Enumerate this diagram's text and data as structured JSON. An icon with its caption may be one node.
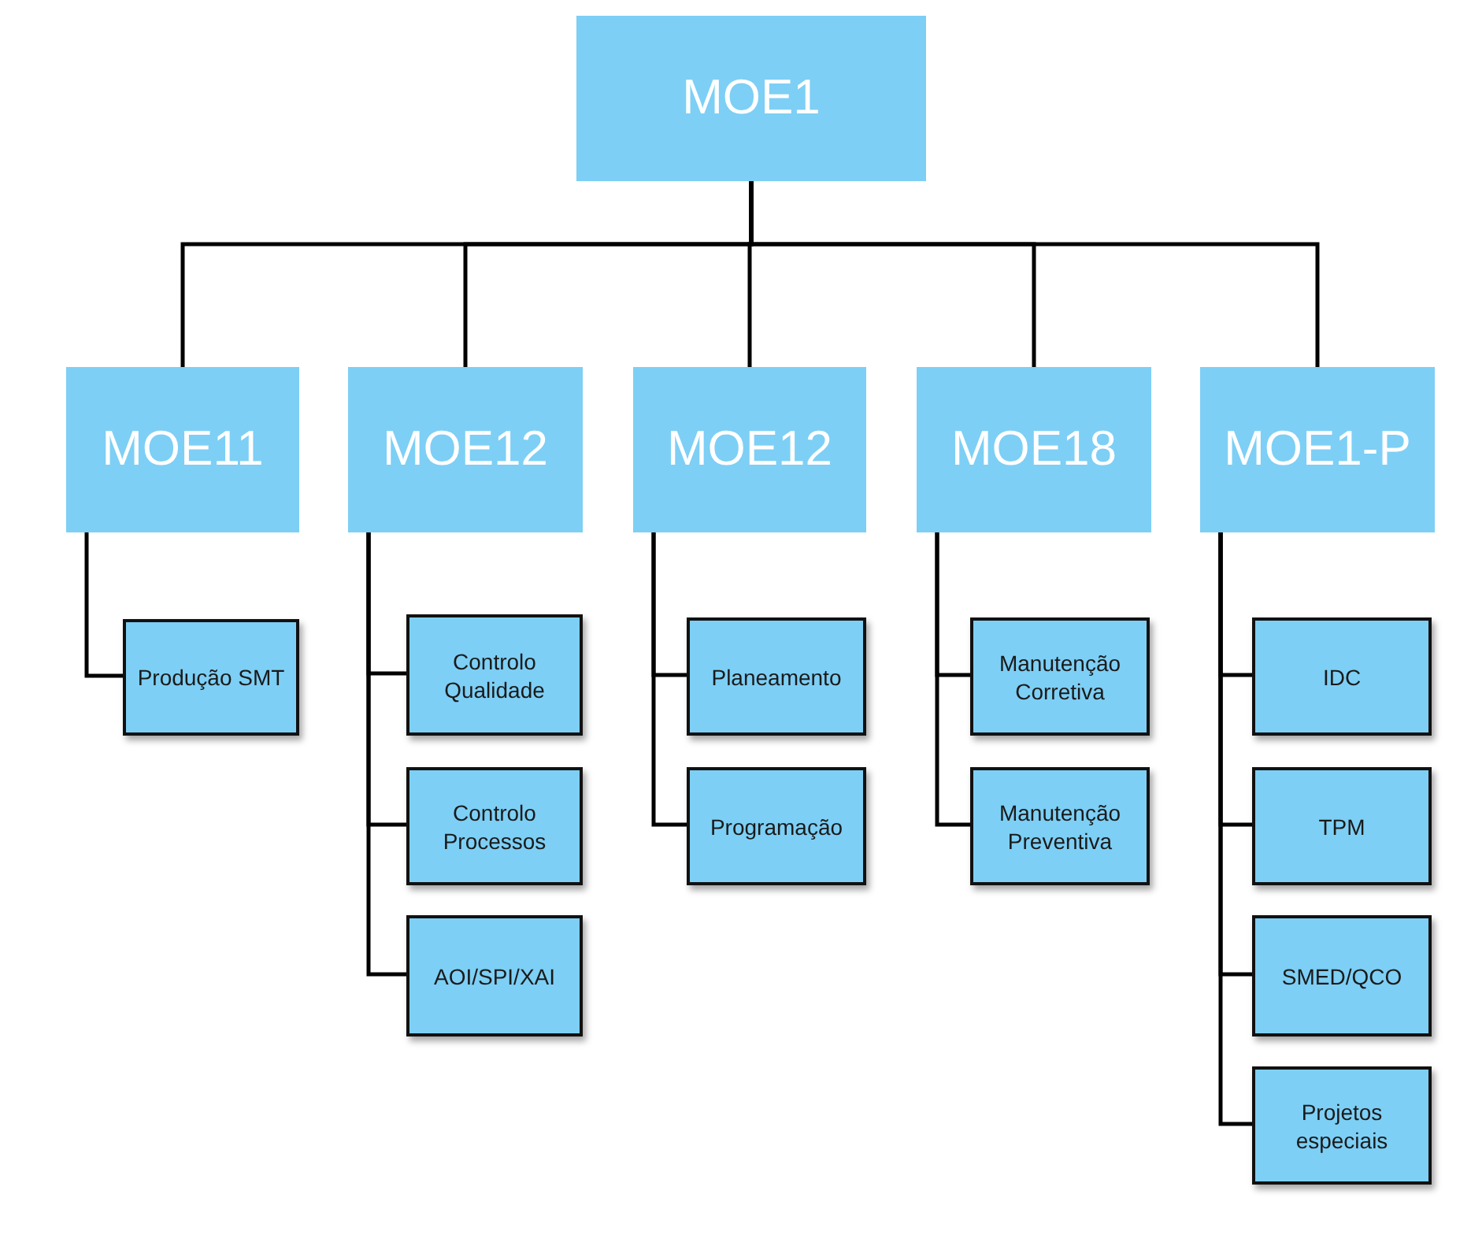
{
  "diagram": {
    "nodes": [
      {
        "text": [
          "MOE1"
        ]
      },
      {
        "text": [
          "MOE11"
        ]
      },
      {
        "text": [
          "MOE12"
        ]
      },
      {
        "text": [
          "MOE12"
        ]
      },
      {
        "text": [
          "MOE18"
        ]
      },
      {
        "text": [
          "MOE1-P"
        ]
      },
      {
        "text": [
          "Produção SMT"
        ]
      },
      {
        "text": [
          "Controlo Qualidade"
        ]
      },
      {
        "text": [
          "Controlo Processos"
        ]
      },
      {
        "text": [
          "AOI/SPI/XAI"
        ]
      },
      {
        "text": [
          "Planeamento"
        ]
      },
      {
        "text": [
          "Programação"
        ]
      },
      {
        "text": [
          "Manutenção Corretiva"
        ]
      },
      {
        "text": [
          "Manutenção Preventiva"
        ]
      },
      {
        "text": [
          "IDC"
        ]
      },
      {
        "text": [
          "TPM"
        ]
      },
      {
        "text": [
          "SMED/QCO"
        ]
      },
      {
        "text": [
          "Projetos especiais"
        ]
      }
    ],
    "edges": [
      {
        "from": 0,
        "to": 1,
        "arrow": "none"
      },
      {
        "from": 0,
        "to": 2,
        "arrow": "none"
      },
      {
        "from": 0,
        "to": 3,
        "arrow": "none"
      },
      {
        "from": 0,
        "to": 4,
        "arrow": "none"
      },
      {
        "from": 0,
        "to": 5,
        "arrow": "none"
      },
      {
        "from": 1,
        "to": 6,
        "arrow": "none"
      },
      {
        "from": 2,
        "to": 7,
        "arrow": "none"
      },
      {
        "from": 2,
        "to": 8,
        "arrow": "none"
      },
      {
        "from": 2,
        "to": 9,
        "arrow": "none"
      },
      {
        "from": 3,
        "to": 10,
        "arrow": "none"
      },
      {
        "from": 3,
        "to": 11,
        "arrow": "none"
      },
      {
        "from": 4,
        "to": 12,
        "arrow": "none"
      },
      {
        "from": 4,
        "to": 13,
        "arrow": "none"
      },
      {
        "from": 5,
        "to": 14,
        "arrow": "none"
      },
      {
        "from": 5,
        "to": 15,
        "arrow": "none"
      },
      {
        "from": 5,
        "to": 16,
        "arrow": "none"
      },
      {
        "from": 5,
        "to": 17,
        "arrow": "none"
      }
    ]
  }
}
